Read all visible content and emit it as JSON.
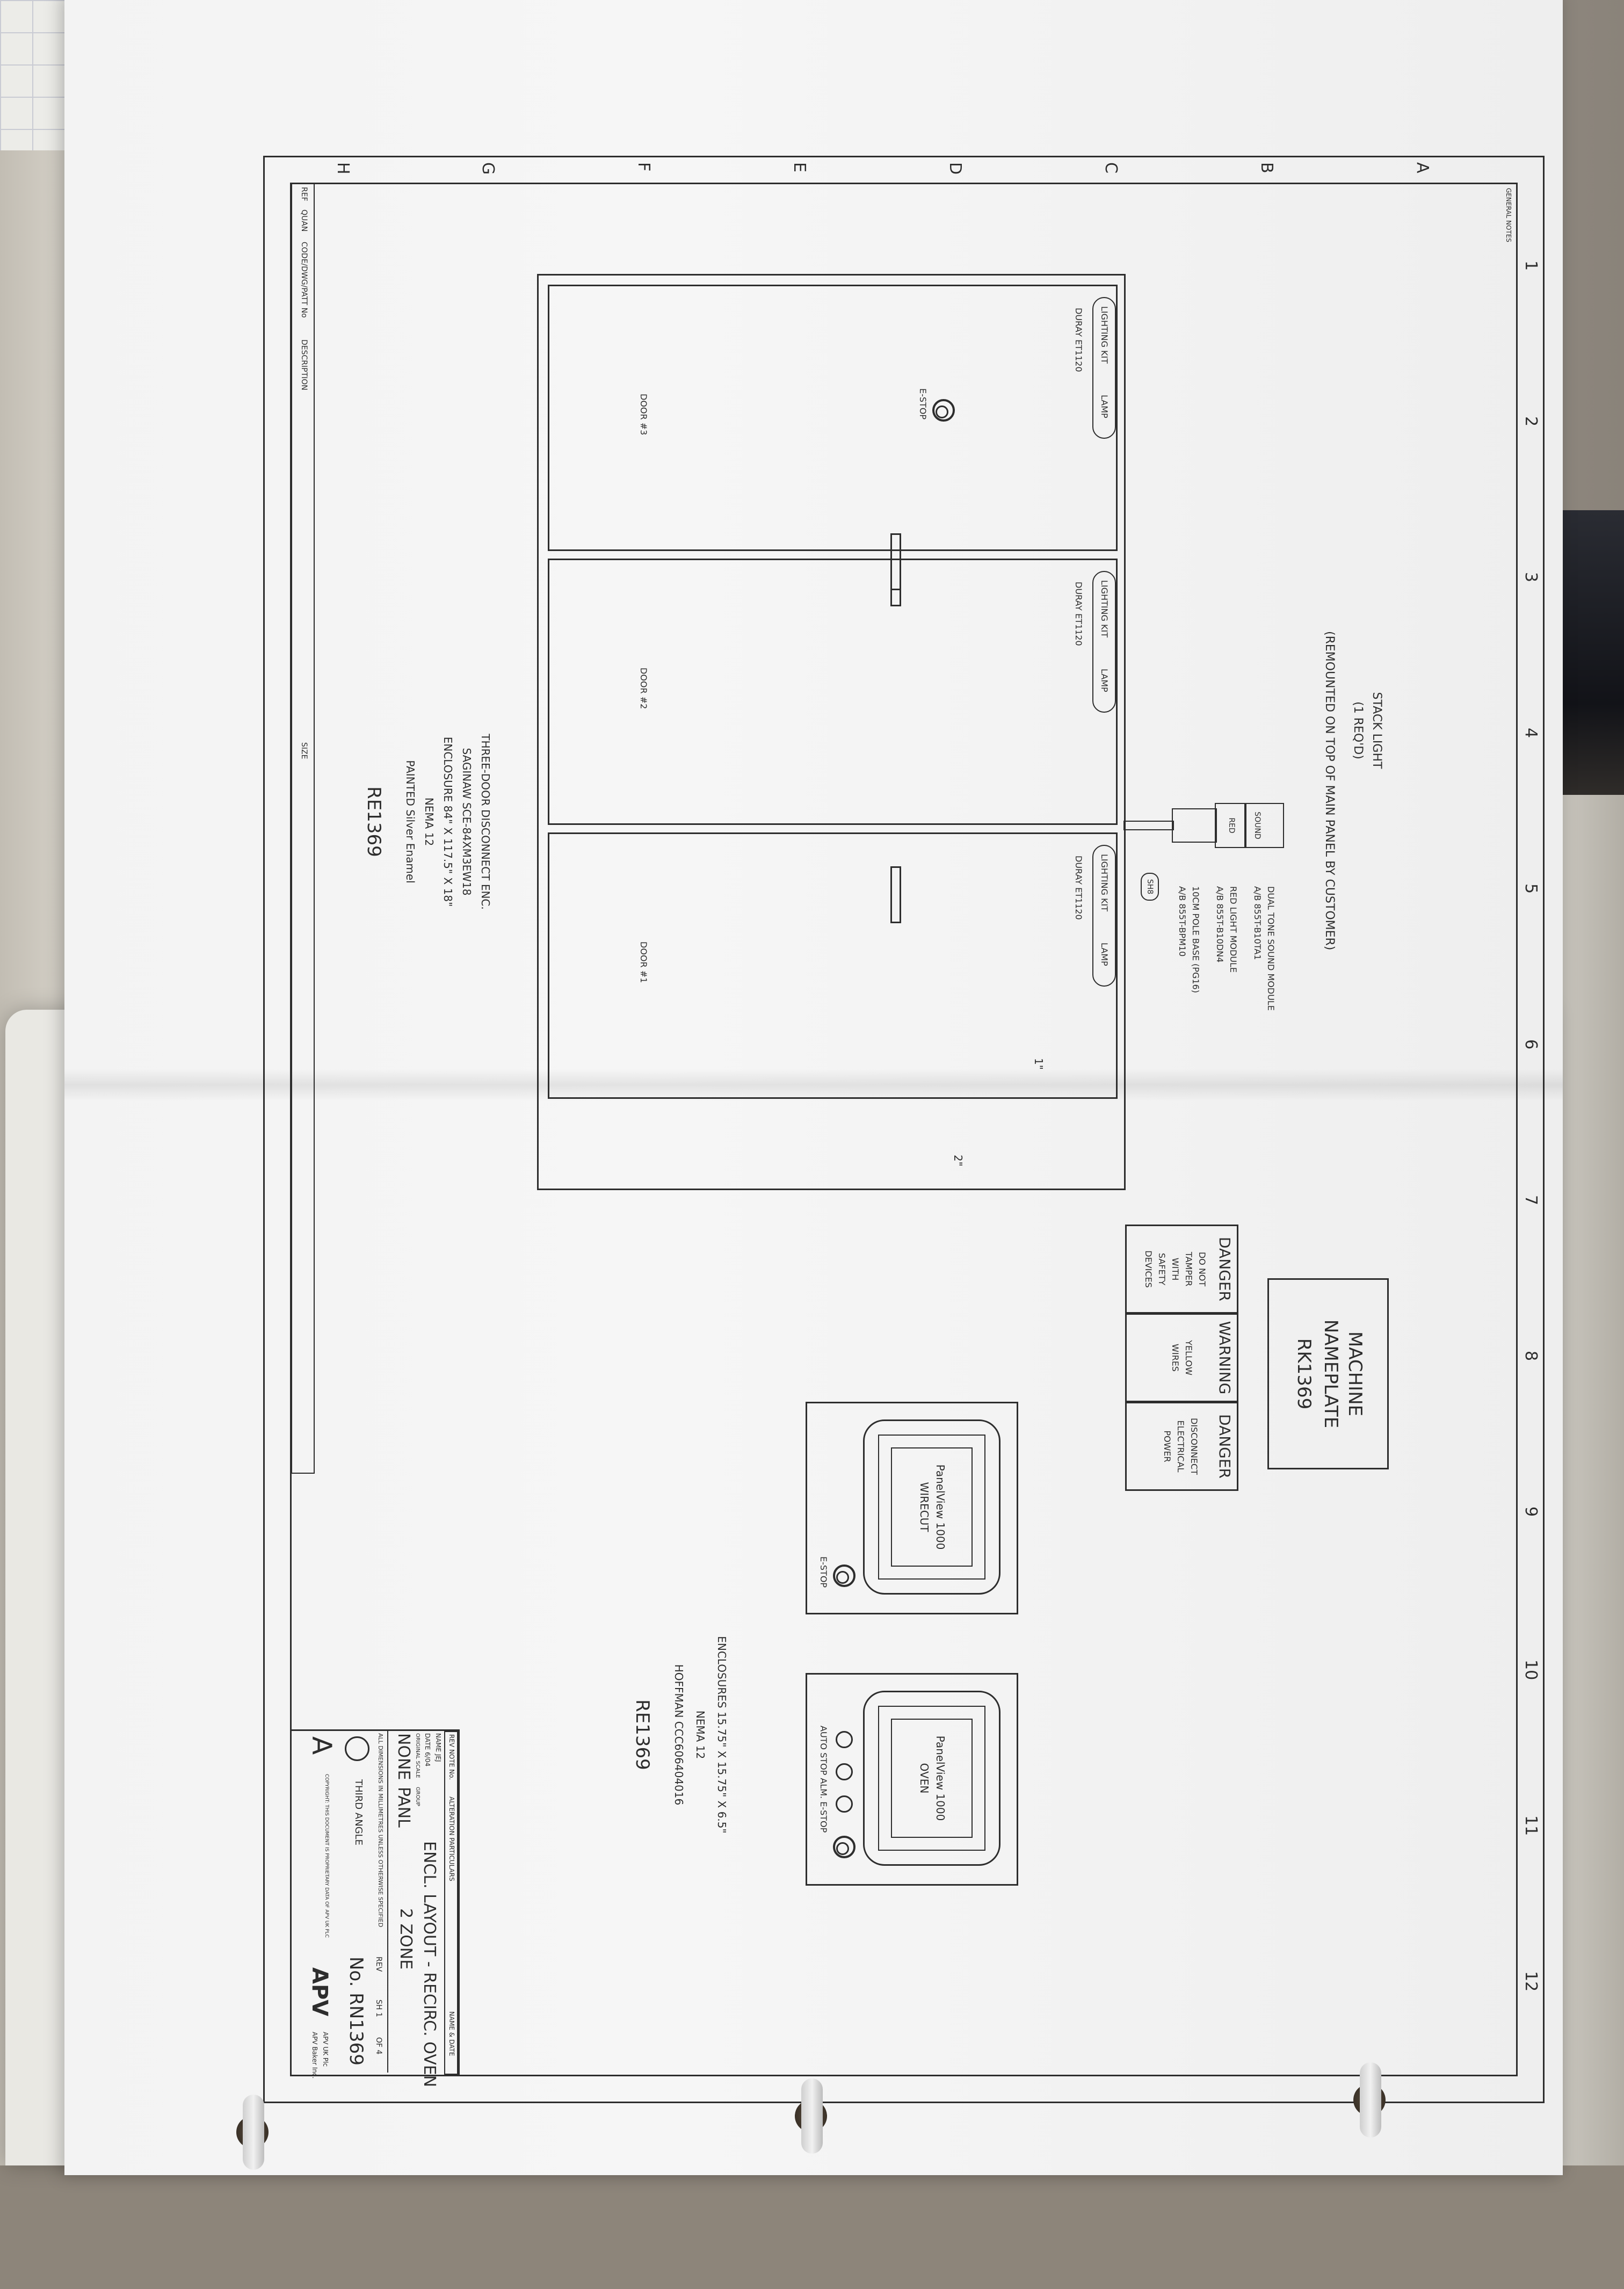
{
  "border": {
    "columns": [
      "1",
      "2",
      "3",
      "4",
      "5",
      "6",
      "7",
      "8",
      "9",
      "10",
      "11",
      "12"
    ],
    "rows": [
      "A",
      "B",
      "C",
      "D",
      "E",
      "F",
      "G",
      "H"
    ],
    "general_notes": "GENERAL NOTES",
    "parts_header": [
      "REF",
      "QUAN",
      "CODE/DWG/PATT No",
      "DESCRIPTION",
      "SIZE"
    ]
  },
  "stack_light": {
    "title": "STACK LIGHT",
    "req": "(1 REQ'D)",
    "note": "(REMOUNTED ON TOP OF MAIN PANEL BY CUSTOMER)",
    "sound_label": "SOUND",
    "red_label": "RED",
    "callouts": [
      {
        "line1": "DUAL TONE SOUND MODULE",
        "line2": "A/B 855T-B10TA1"
      },
      {
        "line1": "RED LIGHT MODULE",
        "line2": "A/B 855T-B10DN4"
      },
      {
        "line1": "10CM POLE BASE (PG16)",
        "line2": "A/B 855T-BPM10"
      }
    ],
    "tag": "SH8"
  },
  "disconnect": {
    "lighting_kit": "LIGHTING KIT",
    "lamp": "LAMP",
    "fixture": "DURAY ET1120",
    "doors": [
      "DOOR #3",
      "DOOR #2",
      "DOOR #1"
    ],
    "estop": "E-STOP",
    "dim_1": "1\"",
    "dim_2": "2\"",
    "desc": [
      "THREE-DOOR DISCONNECT ENC.",
      "SAGINAW SCE-84XM3EW18",
      "ENCLOSURE 84\" X 117.5\" X 18\"",
      "NEMA 12",
      "PAINTED Silver Enamel"
    ],
    "ref": "RE1369"
  },
  "labels": {
    "danger1": {
      "head": "DANGER",
      "body": [
        "DO NOT",
        "TAMPER",
        "WITH",
        "SAFETY",
        "DEVICES"
      ]
    },
    "warning": {
      "head": "WARNING",
      "body": [
        "YELLOW",
        "WIRES"
      ]
    },
    "danger2": {
      "head": "DANGER",
      "body": [
        "DISCONNECT",
        "ELECTRICAL",
        "POWER"
      ]
    }
  },
  "nameplate": {
    "line1": "MACHINE",
    "line2": "NAMEPLATE",
    "line3": "RK1369"
  },
  "panels": {
    "left": {
      "screen1": "PanelView 1000",
      "screen2": "WIRECUT",
      "estop": "E-STOP"
    },
    "right": {
      "screen1": "PanelView 1000",
      "screen2": "OVEN",
      "buttons": "AUTO  STOP  ALM.  E-STOP"
    },
    "spec": [
      "ENCLOSURES 15.75\" X 15.75\" X 6.5\"",
      "NEMA 12",
      "HOFFMAN CCC606404016"
    ],
    "ref": "RE1369"
  },
  "title_block": {
    "rev_header": "REV NOTE No.",
    "alt_header": "ALTERATION PARTICULARS",
    "name_header": "NAME & DATE",
    "name": "NAME JEJ",
    "date": "DATE 6/04",
    "scale_label": "ORIGINAL SCALE",
    "scale": "NONE",
    "group_label": "GROUP",
    "group": "PANL",
    "title_line1": "ENCL. LAYOUT - RECIRC. OVEN",
    "title_line2": "2 ZONE",
    "dims_note": "ALL DIMENSIONS IN MILLIMETRES UNLESS OTHERWISE SPECIFIED",
    "third_angle": "THIRD ANGLE",
    "rev": "REV",
    "sheet": "SH 1",
    "of": "OF 4",
    "number": "No. RN1369",
    "copyright": "COPYRIGHT: THIS DOCUMENT IS PROPRIETARY DATA OF APV UK PLC",
    "company": "APV",
    "company_sub1": "APV UK Plc",
    "company_sub2": "APV Baker Inc.",
    "rev_letter": "A"
  }
}
